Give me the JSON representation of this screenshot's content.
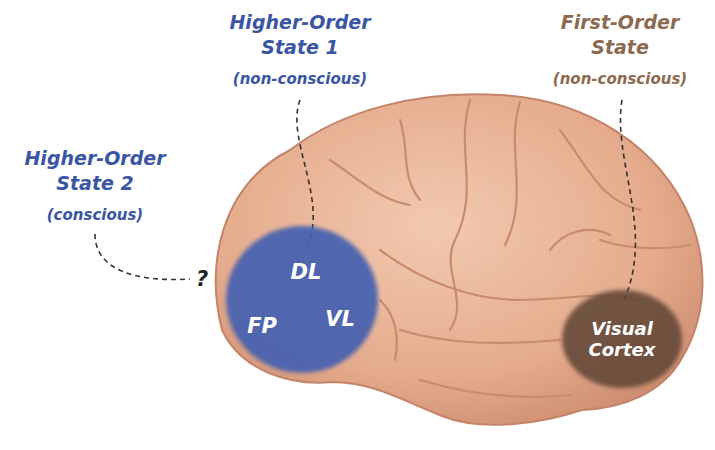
{
  "diagram": {
    "nodes": [
      {
        "text": [
          "DL",
          "FP",
          "VL"
        ]
      },
      {
        "text": [
          "Visual Cortex"
        ]
      }
    ],
    "labels": [
      "Higher-Order State 1",
      "(non-conscious)",
      "First-Order State",
      "(non-conscious)",
      "Higher-Order State 2",
      "(conscious)",
      "?"
    ]
  }
}
